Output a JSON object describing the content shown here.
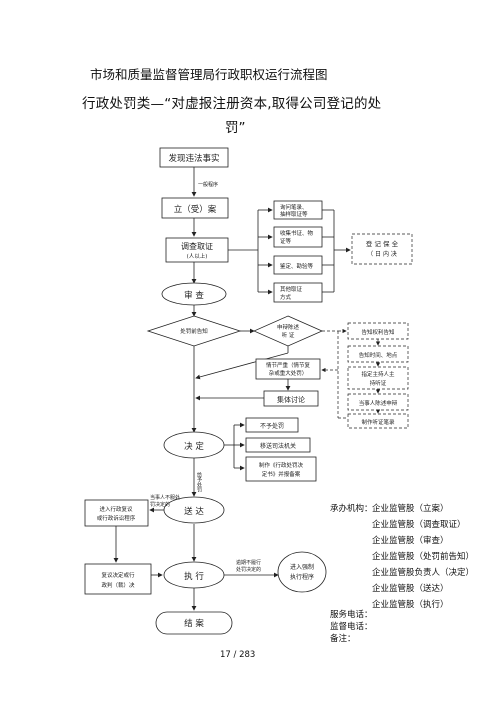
{
  "title": {
    "line1": "市场和质量监督管理局行政职权运行流程图",
    "line2": "行政处罚类—“对虚报注册资本,取得公司登记的处",
    "line3": "罚”"
  },
  "nodes": {
    "discover": "发现违法事实",
    "general_procedure": "一般程序",
    "filing": "立（受）案",
    "investigate": "调查取证",
    "investigate_sub": "(人以上)",
    "check_a1": "询问笔录、",
    "check_a2": "抽样取证等",
    "check_b1": "收集书证、物",
    "check_b2": "证等",
    "check_c": "鉴定、勘验等",
    "check_d1": "其他取证",
    "check_d2": "方式",
    "preserve1": "登 记 保 全",
    "preserve2": "（ 日 内 决",
    "review": "审 查",
    "prenotice": "处罚前告知",
    "statement1": "申辩陈述",
    "statement2": "听  证",
    "notify_rights": "告知权利告知",
    "hearing_notice": "告知时间、地点",
    "appoint_host1": "指定主持人主",
    "appoint_host2": "持听证",
    "attendance": "当事人陈述申辩",
    "hearing_record": "制作听证笔录",
    "serious1": "情节严重（情节复",
    "serious2": "杂或重大处罚）",
    "collective": "集体讨论",
    "decision": "决 定",
    "no_penalty": "不予处罚",
    "transfer": "移送司法机关",
    "make_decision1": "制作《行政处罚决",
    "make_decision2": "定书》并报备案",
    "penalty_vert": "给予处罚",
    "deliver": "送 达",
    "reconsider_hint1": "当事人不服处",
    "reconsider_hint2": "罚决定的",
    "appeal": "进入行政复议或行政诉讼程序",
    "appeal1": "进入行政复议",
    "appeal2": "或行政诉讼程序",
    "execute": "执 行",
    "no_exec1": "逾期不履行",
    "no_exec2": "处罚决定的",
    "force1": "进入强制",
    "force2": "执行程序",
    "maintain1": "复议决定或行",
    "maintain2": "政判（裁）决",
    "end": "结 案"
  },
  "info": {
    "org_label": "承办机构：",
    "orgs": [
      "企业监管股（立案）",
      "企业监管股（调查取证）",
      "企业监管股（审查）",
      "企业监管股（处罚前告知）",
      "企业监管股负责人（决定）",
      "企业监管股（送达）",
      "企业监管股（执行）"
    ],
    "service_phone": "服务电话：",
    "supervise_phone": "监督电话：",
    "remark": "备注："
  },
  "page": "17  /  283"
}
